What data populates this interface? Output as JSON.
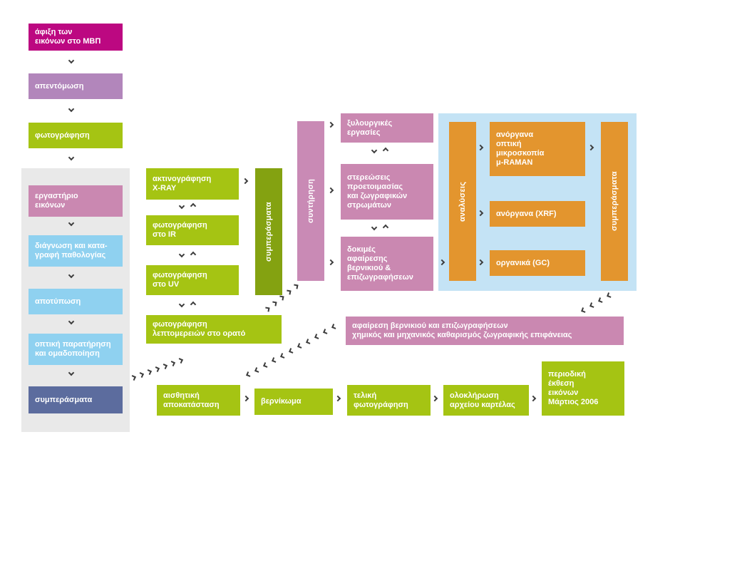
{
  "palette": {
    "magenta": "#bc0881",
    "mauve": "#b286bb",
    "lime_green": "#a5c413",
    "olive_green": "#84a211",
    "pink": "#ca88b1",
    "sky_blue": "#8fd1f0",
    "slate_blue": "#5c6c9e",
    "orange": "#e3952e",
    "gray_panel": "#e9e9e9",
    "blue_panel": "#c4e3f5",
    "arrow": "#3d3d3d",
    "text": "#ffffff"
  },
  "intake": {
    "arrival": "άφιξη των\nεικόνων στο ΜΒΠ",
    "disinfestation": "απεντόμωση",
    "photography": "φωτογράφηση"
  },
  "lab": {
    "workshop": "εργαστήριο\nεικόνων",
    "diagnosis": "διάγνωση και κατα-\nγραφή παθολογίας",
    "mapping": "αποτύπωση",
    "observation": "οπτική παρατήρηση\nκαι ομαδοποίηση",
    "conclusions": "συμπεράσματα"
  },
  "imaging": {
    "xray": "ακτινογράφηση\nX-RAY",
    "ir": "φωτογράφηση\nστο IR",
    "uv": "φωτογράφηση\nστο UV",
    "visible_details": "φωτογράφηση\nλεπτομερειών στο ορατό",
    "conclusions": "συμπεράσματα"
  },
  "conservation": {
    "bar": "συντήρηση",
    "woodwork": "ξυλουργικές\nεργασίες",
    "consolidation": "στερεώσεις\nπροετοιμασίας\nκαι ζωγραφικών\nστρωμάτων",
    "removal_tests": "δοκιμές\nαφαίρεσης\nβερνικιού &\nεπιζωγραφήσεων",
    "cleaning": "αφαίρεση βερνικιού και επιζωγραφήσεων\nχημικός και μηχανικός καθαρισμός ζωγραφικής επιφάνειας"
  },
  "analyses": {
    "bar": "αναλύσεις",
    "raman": "ανόργανα\nοπτική\nμικροσκοπία\nμ-RAMAN",
    "xrf": "ανόργανα (XRF)",
    "gc": "οργανικά (GC)",
    "conclusions": "συμπεράσματα"
  },
  "finishing": {
    "restoration": "αισθητική\nαποκατάσταση",
    "varnishing": "βερνίκωμα",
    "final_photography": "τελική\nφωτογράφηση",
    "archive_completion": "ολοκλήρωση\nαρχείου καρτέλας",
    "exhibition": "περιοδική\nέκθεση\nεικόνων\nΜάρτιος 2006"
  }
}
